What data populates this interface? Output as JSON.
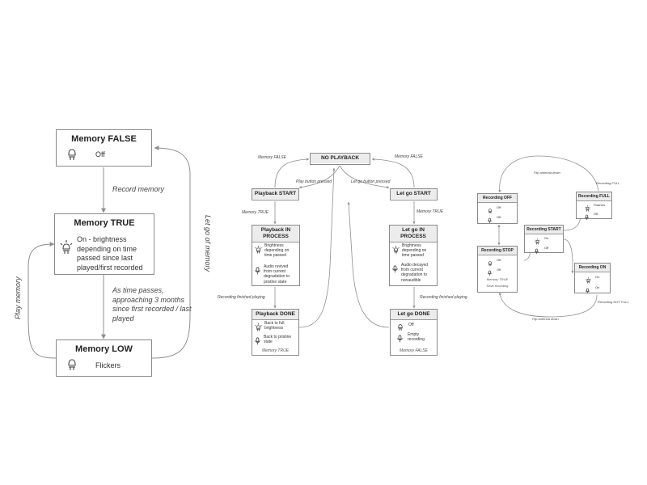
{
  "flow1": {
    "memory_false": {
      "title": "Memory FALSE",
      "text": "Off",
      "icon": "bulb-off-icon"
    },
    "memory_true": {
      "title": "Memory TRUE",
      "text": "On - brightness depending on time passed since last played/first recorded",
      "icon": "bulb-on-icon"
    },
    "memory_low": {
      "title": "Memory LOW",
      "text": "Flickers",
      "icon": "bulb-off-icon"
    },
    "labels": {
      "record_memory": "Record memory",
      "time_passes": "As time passes, approaching 3 months since first recorded / last played",
      "play_memory": "Play memory",
      "let_go": "Let go of memory"
    }
  },
  "flow2": {
    "no_playback": {
      "title": "NO PLAYBACK"
    },
    "playback_start": {
      "title": "Playback START"
    },
    "playback_in_process": {
      "title": "Playback IN PROCESS",
      "light_text": "Brightness depending on time passed",
      "audio_text": "Audio revived from current degradation to pristine state"
    },
    "playback_done": {
      "title": "Playback DONE",
      "light_text": "Back to full brightness",
      "audio_text": "Back to pristine state",
      "footer": "Memory TRUE"
    },
    "letgo_start": {
      "title": "Let go START"
    },
    "letgo_in_process": {
      "title": "Let go IN PROCESS",
      "light_text": "Brightness depending on time passed",
      "audio_text": "Audio decayed from current degradation to nonaudible"
    },
    "letgo_done": {
      "title": "Let go DONE",
      "light_text": "Off",
      "audio_text": "Empty recording",
      "footer": "Memory FALSE"
    },
    "labels": {
      "memory_false_left": "Memory FALSE",
      "memory_false_right": "Memory FALSE",
      "play_button_pressed": "Play button pressed",
      "let_go_button_pressed": "Let go button pressed",
      "memory_true_left": "Memory TRUE",
      "memory_true_right": "Memory TRUE",
      "recording_finished_left": "Recording finished playing",
      "recording_finished_right": "Recording finished playing"
    }
  },
  "flow3": {
    "recording_off": {
      "title": "Recording OFF",
      "light_text": "Off",
      "audio_text": "Off"
    },
    "recording_full": {
      "title": "Recording FULL",
      "light_text": "Flashes",
      "audio_text": "Off"
    },
    "recording_start": {
      "title": "Recording START",
      "light_text": "On",
      "audio_text": "Off"
    },
    "recording_stop": {
      "title": "Recording STOP",
      "light_text": "Off",
      "audio_text": "Off",
      "footer1": "Memory TRUE",
      "footer2": "Save recording"
    },
    "recording_on": {
      "title": "Recording ON",
      "light_text": "On",
      "audio_text": "On"
    },
    "labels": {
      "flip_antenna_down_top": "Flip antenna down",
      "recording_full": "Recording FULL",
      "flip_antenna_down_bottom": "Flip antenna down",
      "recording_not_full": "Recording NOT FULL"
    }
  },
  "colors": {
    "line": "#8f8f8f",
    "border": "#8a8a8a",
    "header": "#ececec"
  }
}
